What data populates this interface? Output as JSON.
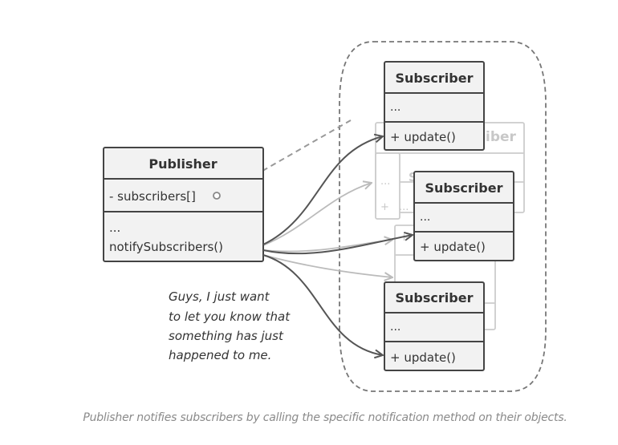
{
  "publisher": {
    "title": "Publisher",
    "field": "- subscribers[]",
    "ellipsis": "...",
    "method": "notifySubscribers()"
  },
  "subscriber": {
    "title": "Subscriber",
    "ellipsis": "...",
    "method": "+ update()"
  },
  "ghost": {
    "title_fragment": "iber",
    "s_fragment": "S",
    "ellipsis": "...",
    "plus": "+"
  },
  "note": {
    "lines": [
      "Guys, I just want",
      "to let you know that",
      "something has just",
      "happened to me."
    ]
  },
  "caption": "Publisher notifies subscribers by calling the specific notification method on their objects.",
  "colors": {
    "box_fill": "#f2f2f2",
    "box_stroke": "#444444",
    "ghost_stroke": "#cccccc",
    "ghost_text": "#c8c8c8",
    "arrow": "#555555",
    "arrow_light": "#bbbbbb",
    "dashed": "#777777",
    "caption": "#8a8a8a"
  }
}
